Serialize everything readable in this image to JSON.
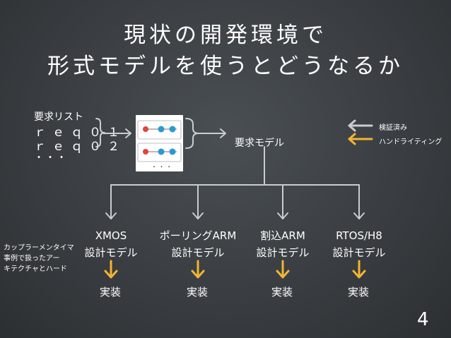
{
  "title": {
    "line1": "現状の開発環境で",
    "line2": "形式モデルを使うとどうなるか"
  },
  "requirements": {
    "heading": "要求リスト",
    "items": [
      "ｒｅｑ０１",
      "ｒｅｑ０２"
    ],
    "ellipsis": "・・・"
  },
  "requirement_model": "要求モデル",
  "legend": {
    "verified": "検証済み",
    "handwriting": "ハンドライティング"
  },
  "models": [
    {
      "name": "XMOS",
      "label": "設計モデル",
      "impl": "実装"
    },
    {
      "name": "ポーリングARM",
      "label": "設計モデル",
      "impl": "実装"
    },
    {
      "name": "割込ARM",
      "label": "設計モデル",
      "impl": "実装"
    },
    {
      "name": "RTOS/H8",
      "label": "設計モデル",
      "impl": "実装"
    }
  ],
  "case_note": [
    "カップラーメンタイマ",
    "事例で扱ったアー",
    "キテクチャとハード"
  ],
  "page_number": "4",
  "colors": {
    "verified_arrow": "#c9cdd1",
    "handwriting_arrow": "#f2b531"
  }
}
